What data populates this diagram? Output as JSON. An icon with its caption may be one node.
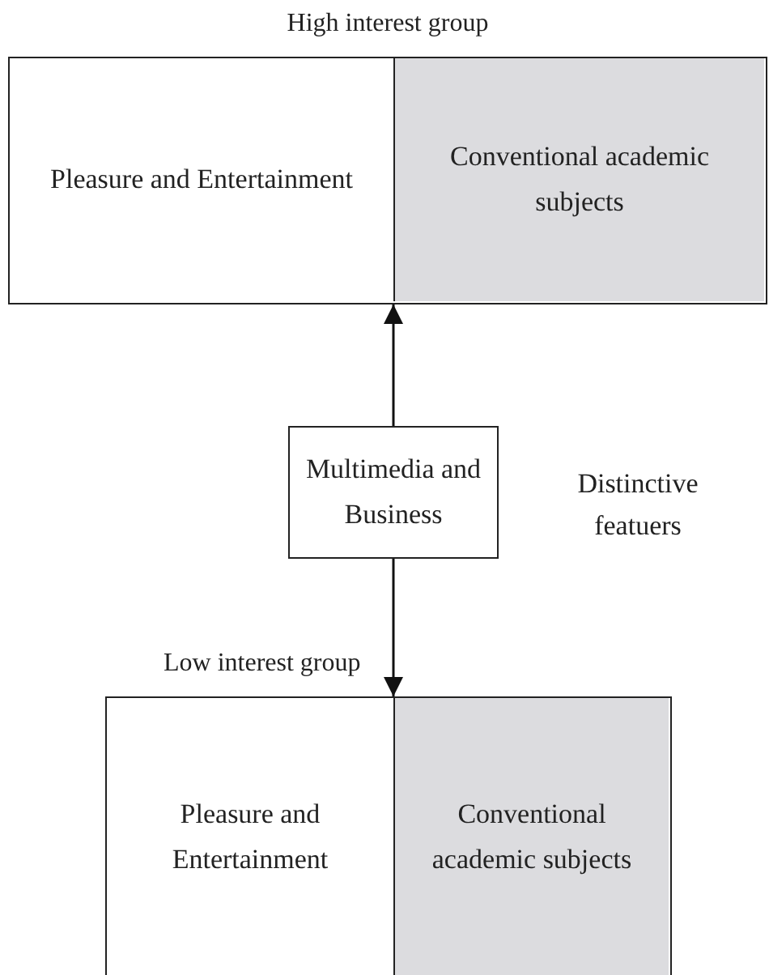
{
  "diagram": {
    "nodes": [
      {
        "text": [
          "High interest group"
        ]
      },
      {
        "text": [
          "Pleasure and Entertainment"
        ],
        "in": 0
      },
      {
        "text": [
          "Conventional academic subjects"
        ],
        "in": 0
      },
      {
        "text": [
          "Multimedia and Business"
        ],
        "beside": [
          "Distinctive featuers"
        ]
      },
      {
        "text": [
          "Low interest group"
        ]
      },
      {
        "text": [
          "Pleasure and Entertainment"
        ],
        "in": 4
      },
      {
        "text": [
          "Conventional academic subjects"
        ],
        "in": 4
      }
    ],
    "edges": [
      {
        "from": 3,
        "to": 0,
        "arrow": "to"
      },
      {
        "from": 3,
        "to": 4,
        "arrow": "to"
      }
    ]
  }
}
